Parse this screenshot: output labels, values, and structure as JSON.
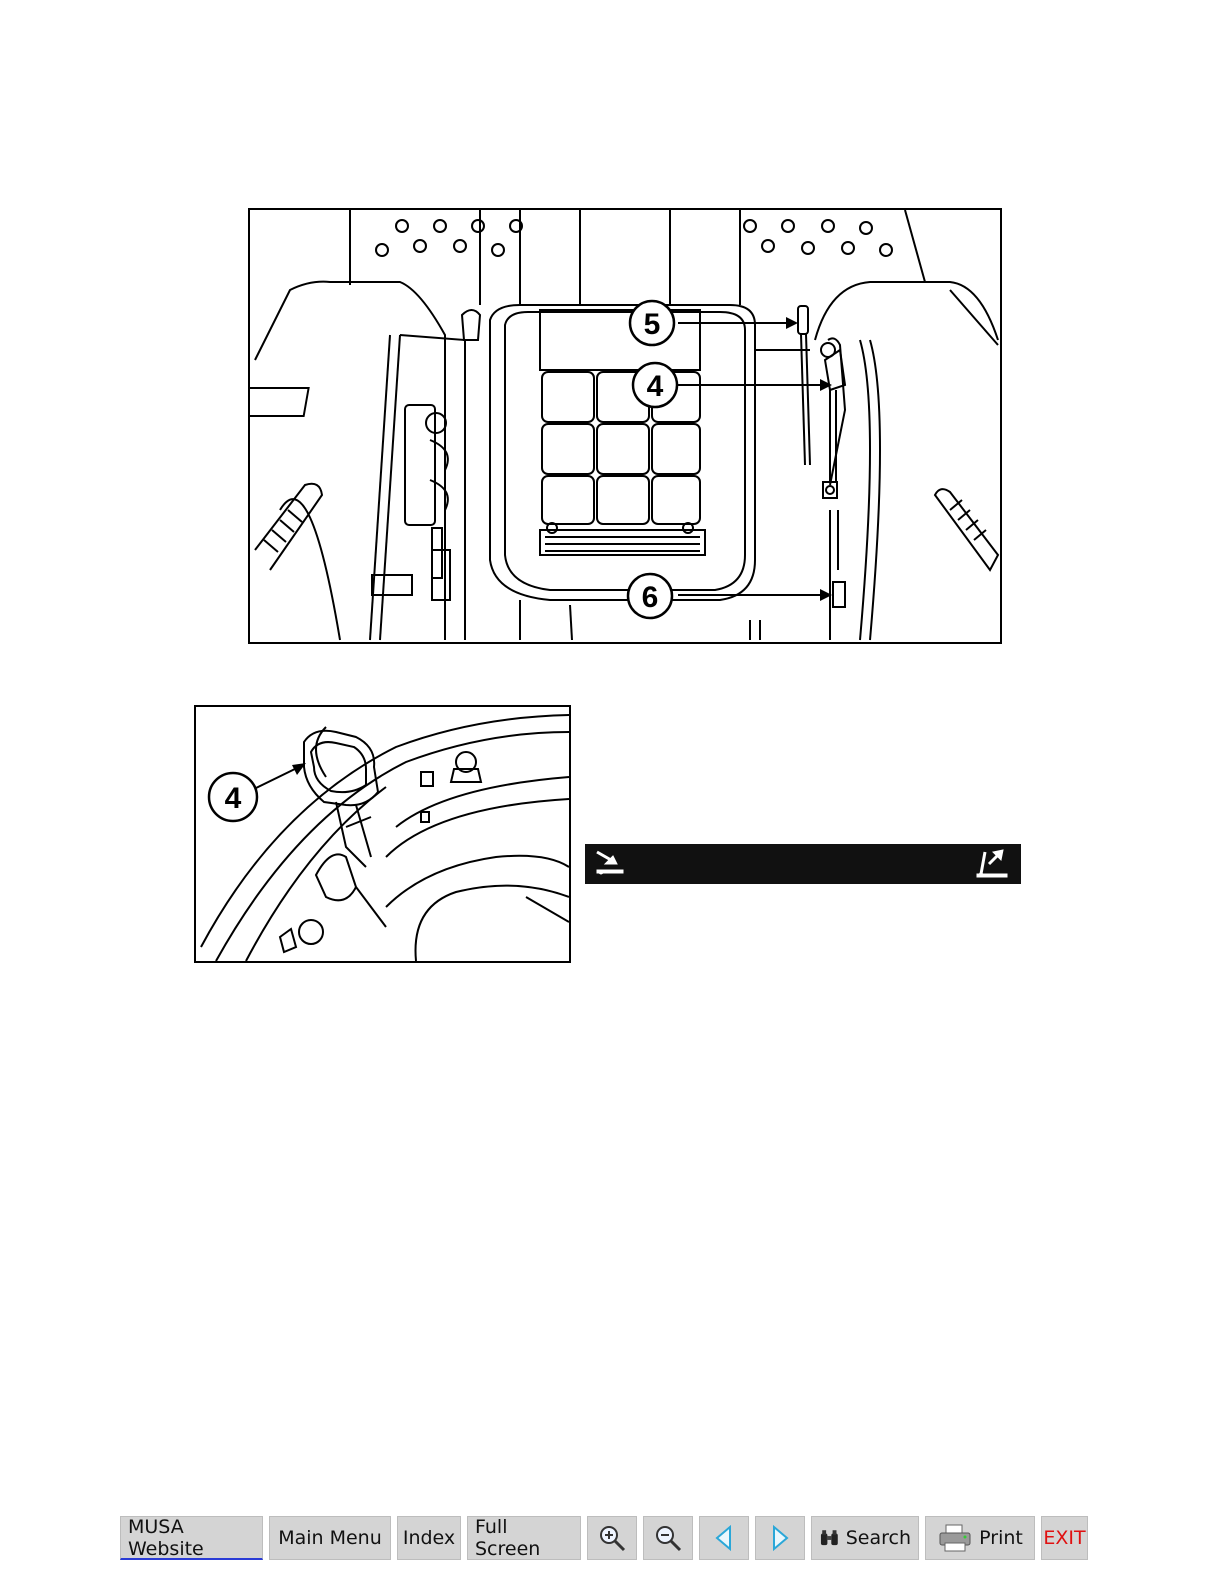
{
  "figure_top": {
    "callouts": [
      {
        "id": "5",
        "label": "5"
      },
      {
        "id": "4",
        "label": "4"
      },
      {
        "id": "6",
        "label": "6"
      }
    ]
  },
  "figure_detail": {
    "callouts": [
      {
        "id": "4",
        "label": "4"
      }
    ]
  },
  "toolbar": {
    "musa_website": "MUSA Website",
    "main_menu": "Main Menu",
    "index": "Index",
    "full_screen": "Full Screen",
    "zoom_in_icon": "zoom-in-icon",
    "zoom_out_icon": "zoom-out-icon",
    "prev_icon": "triangle-left-icon",
    "next_icon": "triangle-right-icon",
    "search": "Search",
    "print": "Print",
    "exit": "EXIT"
  },
  "colors": {
    "toolbar_bg": "#d4d4d4",
    "nav_arrow": "#2aa7d8",
    "exit_text": "#e01010",
    "link_underline": "#2a3bd6"
  }
}
